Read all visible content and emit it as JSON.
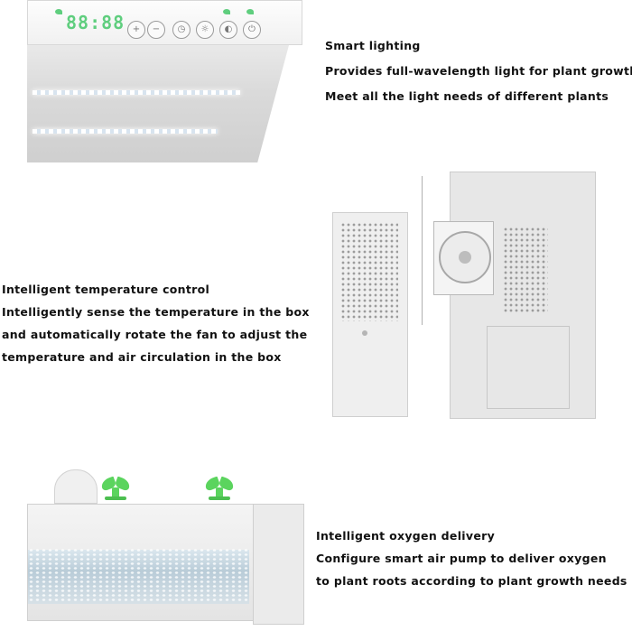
{
  "display": {
    "digits": "88:88"
  },
  "sections": [
    {
      "lines": [
        "Smart lighting",
        "Provides full-wavelength light for plant growth",
        "Meet all the light needs of different plants"
      ]
    },
    {
      "lines": [
        "Intelligent temperature control",
        "Intelligently sense the temperature in the box",
        "and automatically rotate the fan to adjust the",
        "temperature and air circulation in the box"
      ]
    },
    {
      "lines": [
        "Intelligent oxygen delivery",
        "Configure smart air pump to deliver oxygen",
        "to plant roots according to plant growth needs"
      ]
    }
  ],
  "colors": {
    "indicator_green": "#5fce7e",
    "leaf_green": "#5bd45e",
    "text": "#111111"
  }
}
